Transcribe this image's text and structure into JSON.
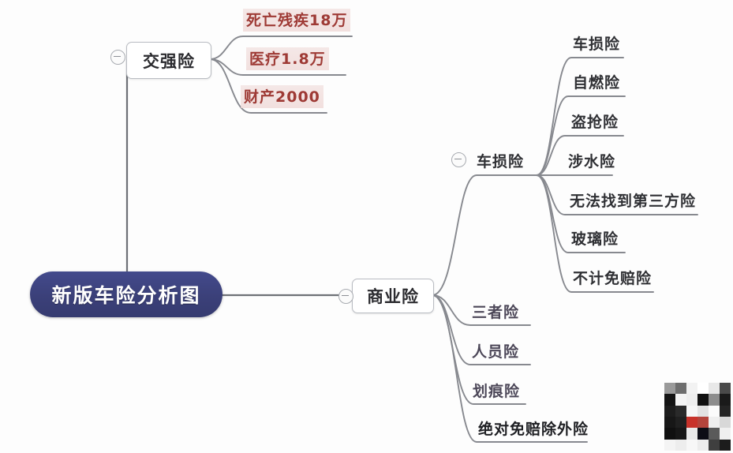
{
  "diagram": {
    "title": "新版车险分析图",
    "root": {
      "label": "新版车险分析图"
    },
    "branches": [
      {
        "id": "jiaoqiangxian",
        "label": "交强险",
        "type": "box",
        "collapse_icon": "minus-circle-icon",
        "children": [
          {
            "label": "死亡残疾18万",
            "style": "red"
          },
          {
            "label": "医疗1.8万",
            "style": "red"
          },
          {
            "label": "财产2000",
            "style": "red"
          }
        ]
      },
      {
        "id": "shangyexian",
        "label": "商业险",
        "type": "box",
        "collapse_icon": "minus-circle-icon",
        "children": [
          {
            "id": "chesunxian",
            "label": "车损险",
            "type": "leaf-with-toggle",
            "collapse_icon": "minus-circle-icon",
            "style": "dark",
            "children": [
              {
                "label": "车损险",
                "style": "dark"
              },
              {
                "label": "自燃险",
                "style": "dark"
              },
              {
                "label": "盗抢险",
                "style": "dark"
              },
              {
                "label": "涉水险",
                "style": "dark"
              },
              {
                "label": "无法找到第三方险",
                "style": "dark"
              },
              {
                "label": "玻璃险",
                "style": "dark"
              },
              {
                "label": "不计免赔险",
                "style": "dark"
              }
            ]
          },
          {
            "label": "三者险",
            "style": "violet"
          },
          {
            "label": "人员险",
            "style": "violet"
          },
          {
            "label": "划痕险",
            "style": "violet"
          },
          {
            "label": "绝对免赔除外险",
            "style": "strong"
          }
        ]
      }
    ],
    "colors": {
      "root_fill": "#3b4079",
      "root_text": "#ffffff",
      "wire": "#6e7177",
      "box_border": "#b9bcc2",
      "leaf_dark_text": "#2f3034",
      "leaf_red_text": "#9e3a35",
      "leaf_red_highlight": "#eed6d4",
      "leaf_violet_text": "#4c4758",
      "background": "#fdfdfd",
      "watermark_accent": "#c8322a"
    }
  }
}
